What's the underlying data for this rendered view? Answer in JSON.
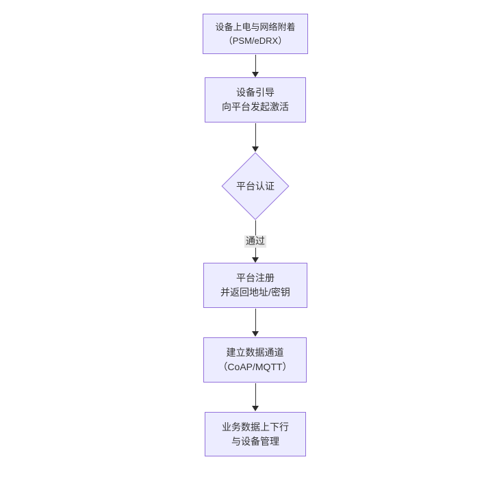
{
  "diagram": {
    "type": "flowchart",
    "direction": "top-down",
    "colors": {
      "background": "#ffffff",
      "node_fill": "#ECECFF",
      "node_border": "#9370DB",
      "text": "#333333",
      "arrow": "#333333",
      "edge_label_bg": "#e8e8e8"
    },
    "nodes": [
      {
        "id": "A",
        "shape": "rect",
        "label": "设备上电与网络附着\n（PSM/eDRX）"
      },
      {
        "id": "B",
        "shape": "rect",
        "label": "设备引导\n向平台发起激活"
      },
      {
        "id": "C",
        "shape": "diamond",
        "label": "平台认证"
      },
      {
        "id": "D",
        "shape": "rect",
        "label": "平台注册\n并返回地址/密钥"
      },
      {
        "id": "E",
        "shape": "rect",
        "label": "建立数据通道\n（CoAP/MQTT）"
      },
      {
        "id": "F",
        "shape": "rect",
        "label": "业务数据上下行\n与设备管理"
      }
    ],
    "edges": [
      {
        "from": "A",
        "to": "B",
        "label": ""
      },
      {
        "from": "B",
        "to": "C",
        "label": ""
      },
      {
        "from": "C",
        "to": "D",
        "label": "通过"
      },
      {
        "from": "D",
        "to": "E",
        "label": ""
      },
      {
        "from": "E",
        "to": "F",
        "label": ""
      }
    ]
  }
}
